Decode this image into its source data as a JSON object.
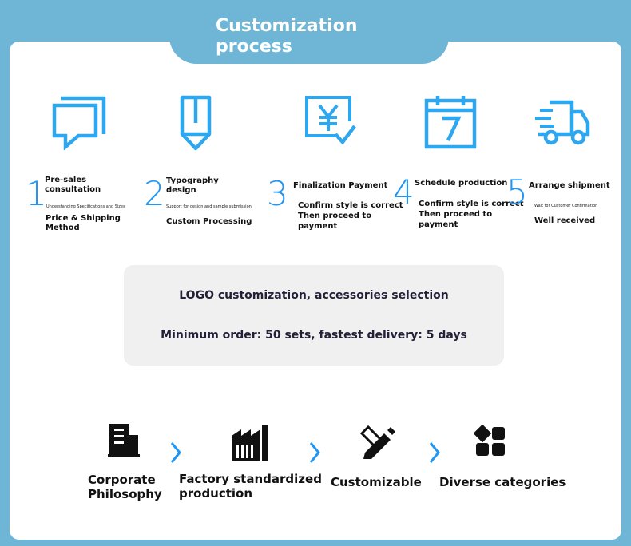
{
  "title": "Customization process",
  "title_line1": "Customization",
  "title_line2": "process",
  "steps": [
    {
      "number": "1",
      "title": "Pre-sales consultation",
      "title_l1": "Pre-sales",
      "title_l2": "consultation",
      "note": "Understanding Specifications and Sizes",
      "detail_l1": "Price & Shipping",
      "detail_l2": "Method",
      "icon": "chat-bubble-icon"
    },
    {
      "number": "2",
      "title_l1": "Typography",
      "title_l2": "design",
      "note": "Support for design and sample submission",
      "detail_l1": "Custom Processing",
      "icon": "pencil-icon"
    },
    {
      "number": "3",
      "title_l1": "Finalization Payment",
      "detail_l1": "Confirm style is correct",
      "detail_l2": "Then proceed to",
      "detail_l3": "payment",
      "icon": "yen-payment-icon"
    },
    {
      "number": "4",
      "title_l1": "Schedule production",
      "detail_l1": "Confirm style is correct",
      "detail_l2": "Then proceed to",
      "detail_l3": "payment",
      "icon": "calendar-icon"
    },
    {
      "number": "5",
      "title_l1": "Arrange shipment",
      "note": "Wait for Customer Confirmation",
      "detail_l1": "Well received",
      "icon": "delivery-truck-icon"
    }
  ],
  "info": {
    "line1": "LOGO customization, accessories selection",
    "line2": "Minimum order: 50 sets, fastest delivery: 5 days"
  },
  "features": [
    {
      "l1": "Corporate",
      "l2": "Philosophy",
      "icon": "office-building-icon"
    },
    {
      "l1": "Factory standardized",
      "l2": "production",
      "icon": "factory-icon"
    },
    {
      "l1": "Customizable",
      "icon": "edit-pencil-icon"
    },
    {
      "l1": "Diverse categories",
      "icon": "category-grid-icon"
    }
  ],
  "colors": {
    "background": "#6eb5d6",
    "accent": "#2196f3",
    "card": "#ffffff",
    "info_box": "#f0f0f1"
  }
}
